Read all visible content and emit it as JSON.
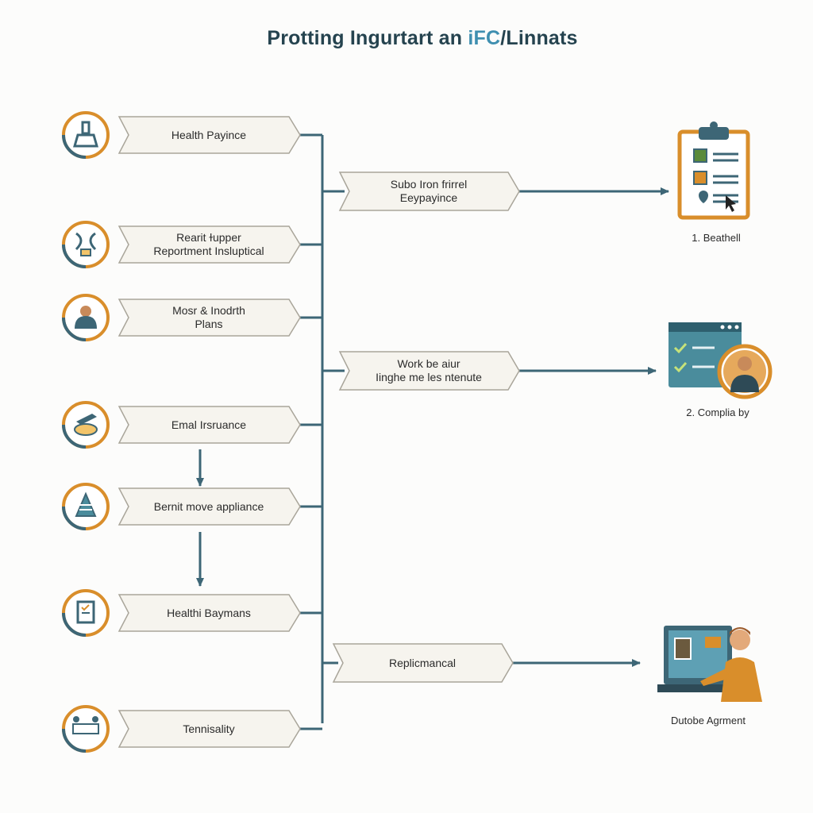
{
  "title": {
    "before": "Protting Ingurtart an ",
    "accent": "iFC",
    "after": "/Linnats"
  },
  "left_items": [
    {
      "label": "Health Payince",
      "icon": "pen-icon"
    },
    {
      "label": "Rearit ɫupper\nReportment Insluptical",
      "icon": "lightbulb-icon"
    },
    {
      "label": "Mosr & Inodrth\nPlans",
      "icon": "person-icon"
    },
    {
      "label": "Emal Irsruance",
      "icon": "hand-coin-icon"
    },
    {
      "label": "Bernit move appliance",
      "icon": "lighthouse-icon"
    },
    {
      "label": "Healthi Baymans",
      "icon": "clipboard-icon"
    },
    {
      "label": "Tennisality",
      "icon": "people-meeting-icon"
    }
  ],
  "middle_items": [
    {
      "label": "Subo Iron frirrel\nEeypayince"
    },
    {
      "label": "Work be aiur\nIinghe me les ntenute"
    },
    {
      "label": "Replicmancal"
    }
  ],
  "outcomes": [
    {
      "caption": "1. Beathell",
      "icon": "checklist-clipboard-icon"
    },
    {
      "caption": "2. Complia by",
      "icon": "browser-checklist-person-icon"
    },
    {
      "caption": "Dutobe Agrment",
      "icon": "person-at-computer-icon"
    }
  ],
  "colors": {
    "teal": "#3d6676",
    "orange": "#d98e2b",
    "box_fill": "#f6f4ee",
    "box_stroke": "#a9a59a",
    "text": "#2b2b2b"
  }
}
